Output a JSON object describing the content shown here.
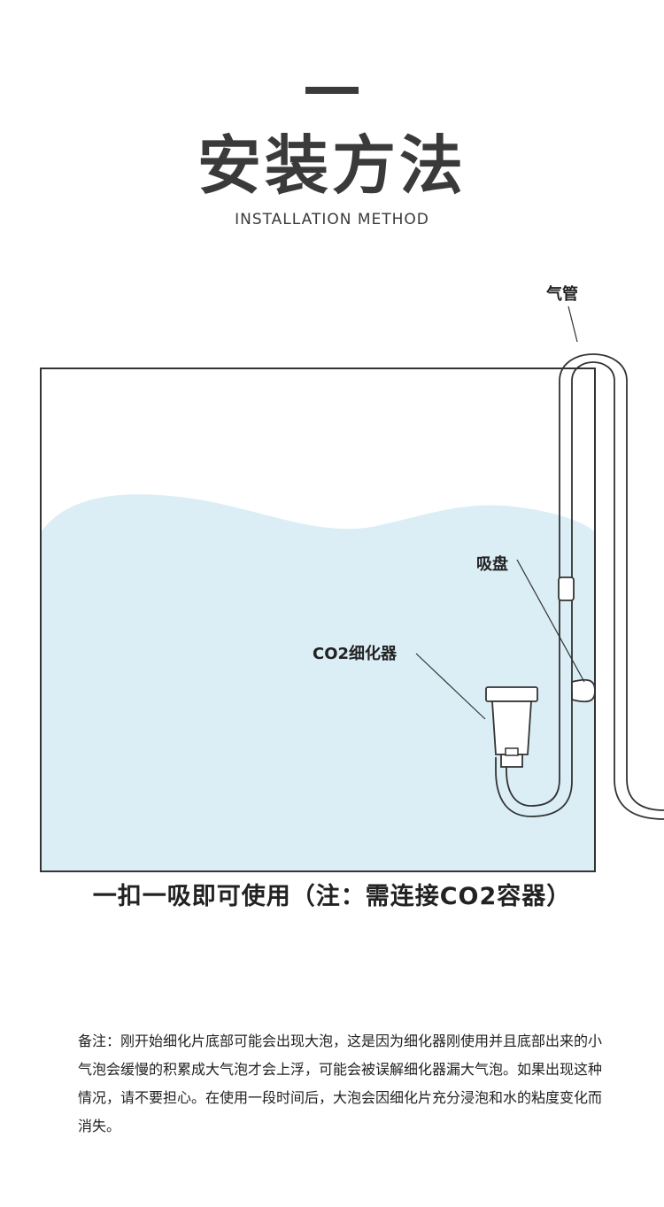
{
  "header": {
    "dash": "一",
    "title": "安装方法",
    "subtitle": "INSTALLATION METHOD"
  },
  "diagram": {
    "labels": {
      "air_tube": "气管",
      "suction_cup": "吸盘",
      "diffuser": "CO2细化器"
    },
    "colors": {
      "water": "#dbeef6",
      "outline": "#333333"
    }
  },
  "caption": "一扣一吸即可使用（注：需连接CO2容器）",
  "note": "备注：刚开始细化片底部可能会出现大泡，这是因为细化器刚使用并且底部出来的小气泡会缓慢的积累成大气泡才会上浮，可能会被误解细化器漏大气泡。如果出现这种情况，请不要担心。在使用一段时间后，大泡会因细化片充分浸泡和水的粘度变化而消失。"
}
